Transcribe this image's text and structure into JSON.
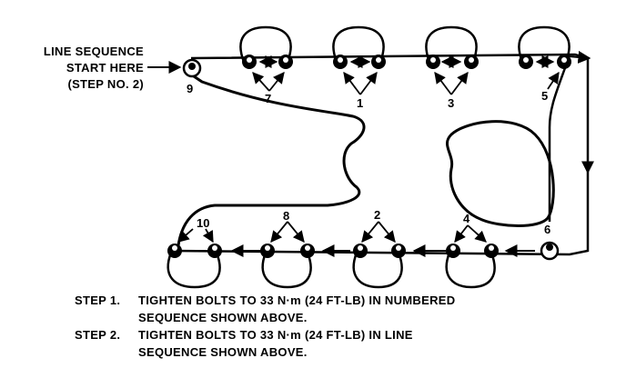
{
  "start_label": {
    "line1": "LINE SEQUENCE",
    "line2": "START HERE",
    "line3": "(STEP NO. 2)"
  },
  "bolt_numbers": {
    "b1": "1",
    "b2": "2",
    "b3": "3",
    "b4": "4",
    "b5": "5",
    "b6": "6",
    "b7": "7",
    "b8": "8",
    "b9": "9",
    "b10": "10"
  },
  "steps": [
    {
      "id": "STEP 1.",
      "line1": "TIGHTEN BOLTS TO 33 N·m (24 FT-LB) IN NUMBERED",
      "line2": "SEQUENCE SHOWN ABOVE."
    },
    {
      "id": "STEP 2.",
      "line1": "TIGHTEN BOLTS TO 33 N·m (24 FT-LB) IN LINE",
      "line2": "SEQUENCE SHOWN ABOVE."
    }
  ],
  "colors": {
    "ink": "#000000",
    "paper": "#ffffff"
  }
}
